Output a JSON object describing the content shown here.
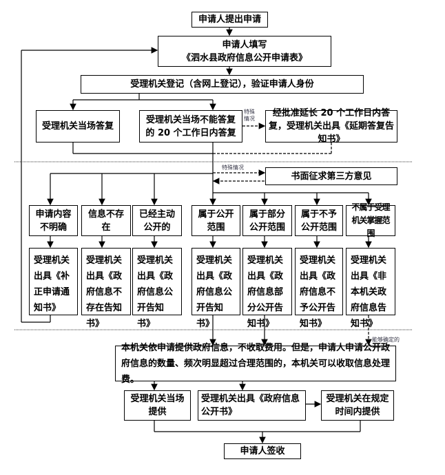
{
  "flow": {
    "submit": "申请人提出申请",
    "fill_form_line1": "申请人填写",
    "fill_form_line2": "《泗水县政府信息公开申请表》",
    "register": "受理机关登记（含网上登记），验证申请人身份",
    "reply_on_spot": "受理机关当场答复",
    "reply_20_days": "受理机关当场不能答复的 20 个工作日内答复",
    "extend": "经批准延长 20 个工作日内答复，受理机关出具《延期答复告知书》",
    "special_case_1": "特殊情况",
    "special_case_2": "特殊情况",
    "third_party": "书面征求第三方意见",
    "categories": [
      {
        "label": "申请内容不明确",
        "result": "受理机关出具《补正申请通知书》"
      },
      {
        "label": "信息不存在",
        "result": "受理机关出具《政府信息不存在告知书》"
      },
      {
        "label": "已经主动公开的",
        "result": "受理机关出具《政府信息公开告知书》"
      },
      {
        "label": "属于公开范围",
        "result": "受理机关出具《政府信息公开告知书》"
      },
      {
        "label": "属于部分公开范围",
        "result": "受理机关出具《政府信息部分公开告知书》"
      },
      {
        "label": "属于不予公开范围",
        "result": "受理机关出具《政府信息不予公开告知书》"
      },
      {
        "label": "不属于受理机关掌握范围",
        "result": "受理机关出具《非本机关政府信息告知书》"
      }
    ],
    "can_determine": "能够确定的",
    "fee_notice": "本机关依申请提供政府信息，不收取费用。但是，申请人申请公开政府信息的数量、频次明显超过合理范围的，本机关可以收取信息处理费。",
    "provide_on_spot": "受理机关当场提供",
    "issue_open_doc": "受理机关出具《政府信息公开书》",
    "provide_in_time": "受理机关在规定时间内提供",
    "sign": "申请人签收"
  }
}
